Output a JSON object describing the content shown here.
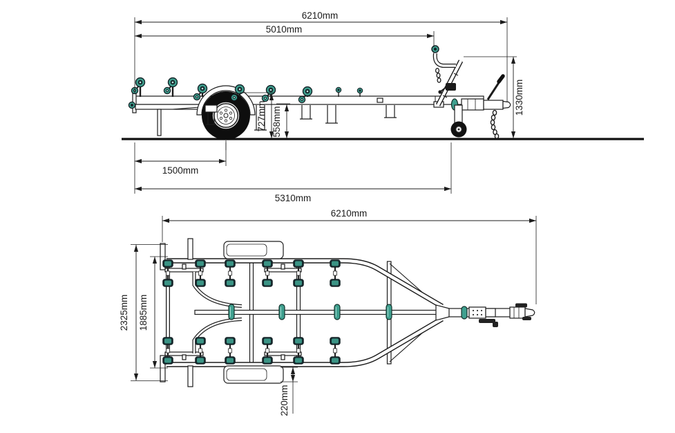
{
  "diagram_type": "boat-trailer-dimension-drawing",
  "units": "mm",
  "palette": {
    "line": "#1c1c1c",
    "roller_teal": "#3fa08f",
    "roller_dark": "#16282c",
    "tire": "#0e0e0e"
  },
  "side_view": {
    "overall_length": "6210mm",
    "bed_length": "5010mm",
    "overall_height": "1330mm",
    "keel_height": "727mm",
    "frame_height": "558mm",
    "axle_from_rear": "1500mm",
    "body_length": "5310mm"
  },
  "top_view": {
    "overall_length": "6210mm",
    "overall_width": "2325mm",
    "frame_width": "1885mm",
    "mudguard_height": "220mm"
  }
}
